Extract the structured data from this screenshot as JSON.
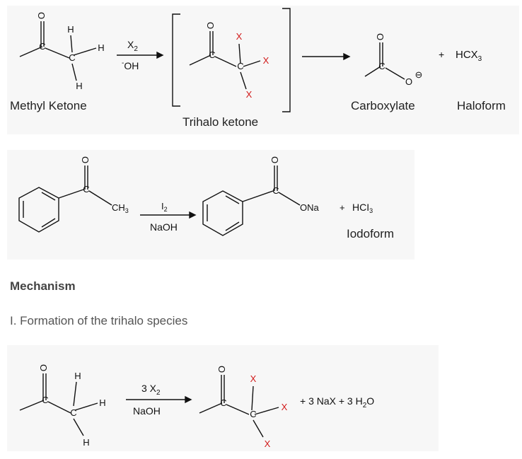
{
  "reaction1": {
    "reagent_top": "X",
    "reagent_top_sub": "2",
    "reagent_bottom_charge": "-",
    "reagent_bottom": "OH",
    "plus": "+",
    "product_haloform": "HCX",
    "product_haloform_sub": "3",
    "label_methyl_ketone": "Methyl Ketone",
    "label_trihalo_ketone": "Trihalo ketone",
    "label_carboxylate": "Carboxylate",
    "label_haloform": "Haloform"
  },
  "reaction2": {
    "substituent_ch3": "CH",
    "substituent_ch3_sub": "3",
    "reagent_top": "I",
    "reagent_top_sub": "2",
    "reagent_bottom": "NaOH",
    "product_ona": "ONa",
    "plus": "+",
    "product_iodoform": "HCI",
    "product_iodoform_sub": "3",
    "label_iodoform": "Iodoform"
  },
  "section": {
    "heading": "Mechanism",
    "step1": "I. Formation of the trihalo species"
  },
  "reaction3": {
    "reagent_coef": "3 X",
    "reagent_coef_sub": "2",
    "reagent_bottom": "NaOH",
    "byproducts": "+  3 NaX  +  3 H",
    "byproducts_sub": "2",
    "byproducts_tail": "O"
  },
  "atoms": {
    "O": "O",
    "C": "C",
    "H": "H",
    "X": "X",
    "O_minus": "O",
    "charge": "⊖"
  },
  "colors": {
    "panel": "#f7f7f7",
    "halogen": "#d11a1a",
    "text": "#222222"
  }
}
